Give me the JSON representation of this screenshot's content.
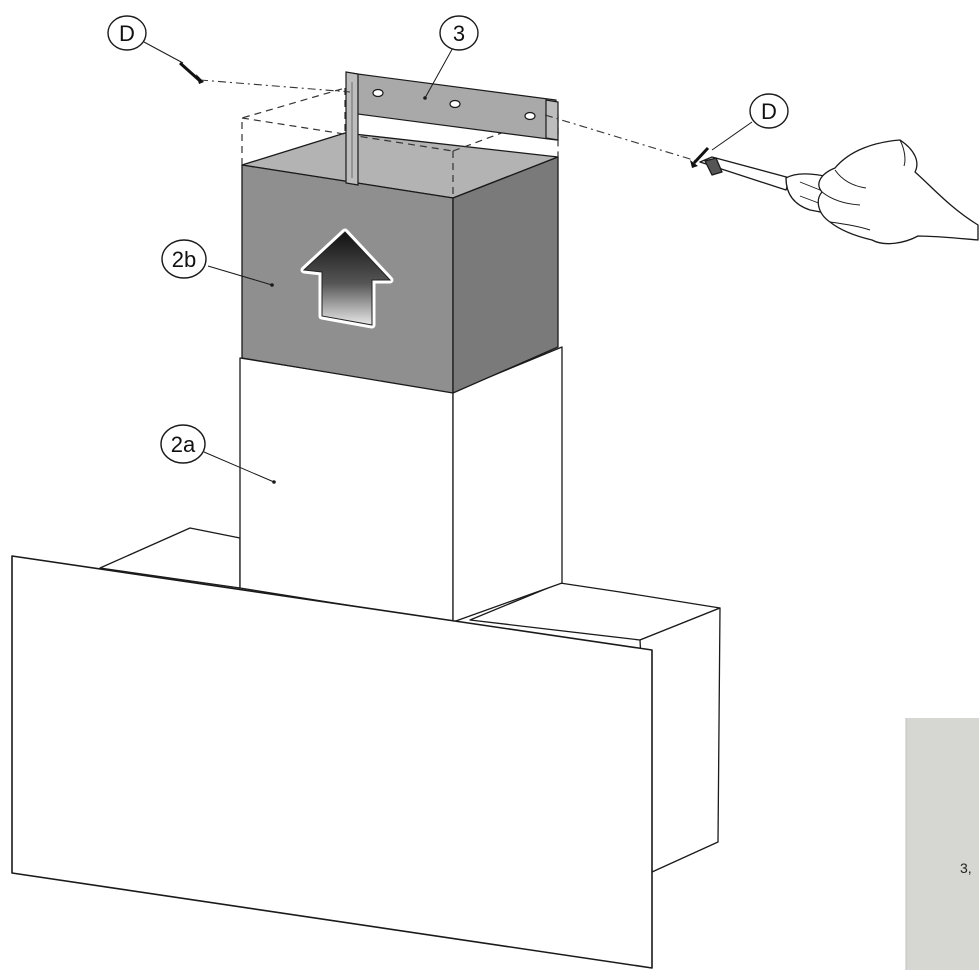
{
  "callouts": {
    "screw_left": "D",
    "bracket": "3",
    "screw_right": "D",
    "upper_chimney": "2b",
    "lower_chimney": "2a"
  },
  "side_panel": {
    "label": "3,"
  },
  "colors": {
    "upper_chimney_front": "#8f8f8f",
    "upper_chimney_side": "#7a7a7a",
    "upper_chimney_top": "#b3b3b3",
    "side_panel": "#d6d7d2",
    "line": "#1a1a1a"
  },
  "icons": {
    "arrow": "up-arrow-icon",
    "screwdriver": "screwdriver-icon",
    "hand": "hand-icon"
  }
}
